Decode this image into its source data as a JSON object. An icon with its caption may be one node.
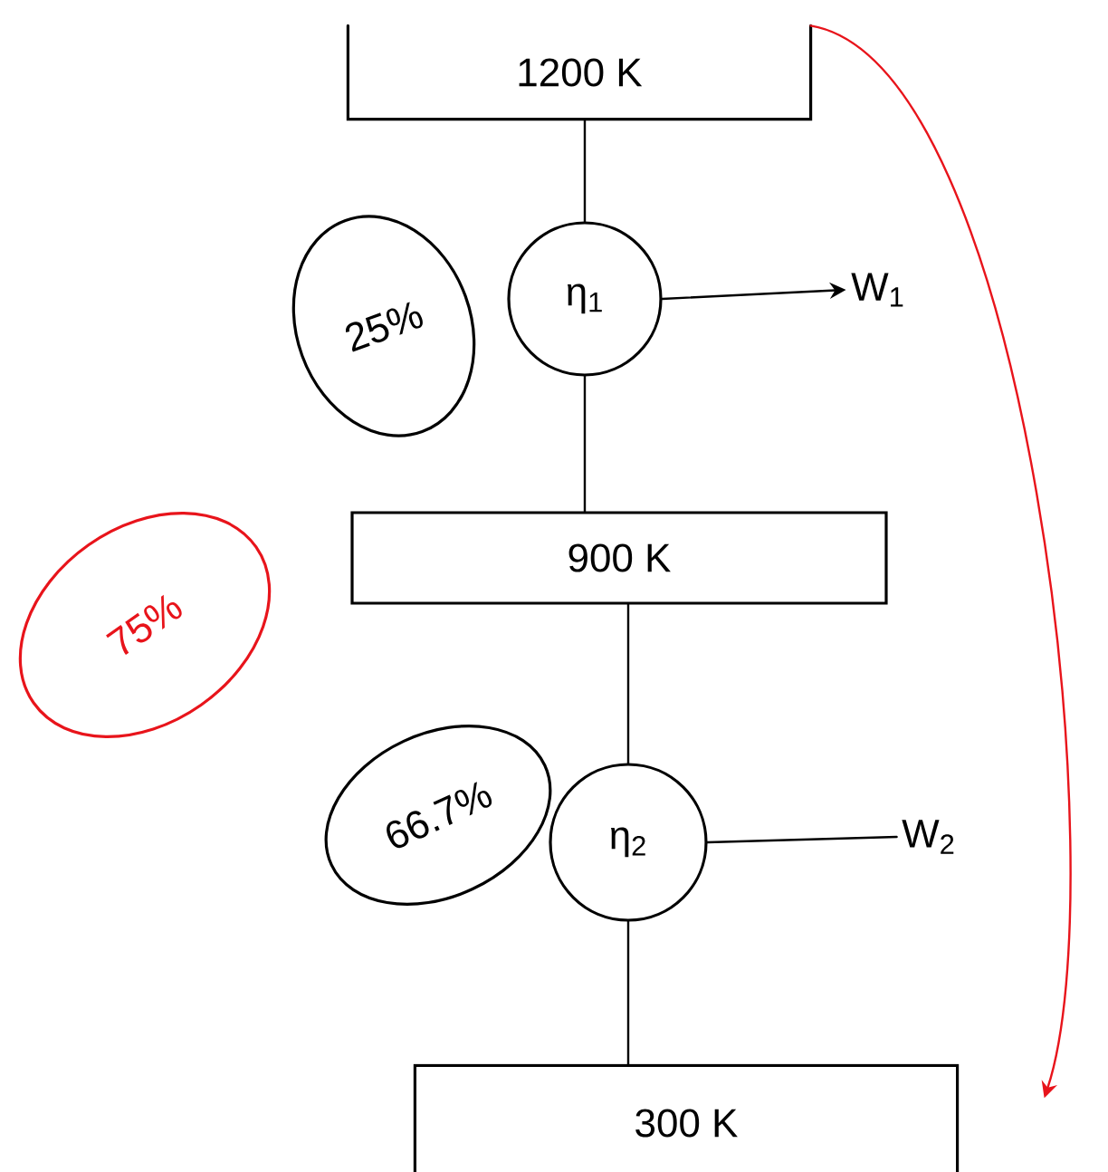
{
  "diagram": {
    "nodes": [
      {
        "text": [
          "1200 K"
        ]
      },
      {
        "text": [
          "25%"
        ]
      },
      {
        "text": [
          "η$_{1}$"
        ]
      },
      {
        "text": [
          "W$_{1}$"
        ]
      },
      {
        "text": [
          "900 K"
        ]
      },
      {
        "text": [
          "66.7%"
        ]
      },
      {
        "text": [
          "η$_{2}$"
        ]
      },
      {
        "text": [
          "W$_{2}$"
        ]
      },
      {
        "text": [
          "300 K"
        ]
      },
      {
        "text": [
          "75%"
        ]
      }
    ],
    "edges": [
      {
        "from": 0,
        "to": 2,
        "arrow": "none"
      },
      {
        "from": 2,
        "to": 3,
        "arrow": "to"
      },
      {
        "from": 2,
        "to": 4,
        "arrow": "none"
      },
      {
        "from": 4,
        "to": 6,
        "arrow": "none"
      },
      {
        "from": 6,
        "to": 7,
        "arrow": "none"
      },
      {
        "from": 6,
        "to": 8,
        "arrow": "none"
      },
      {
        "from": 0,
        "to": 8,
        "arrow": "to",
        "color": "#e8141b"
      }
    ]
  }
}
